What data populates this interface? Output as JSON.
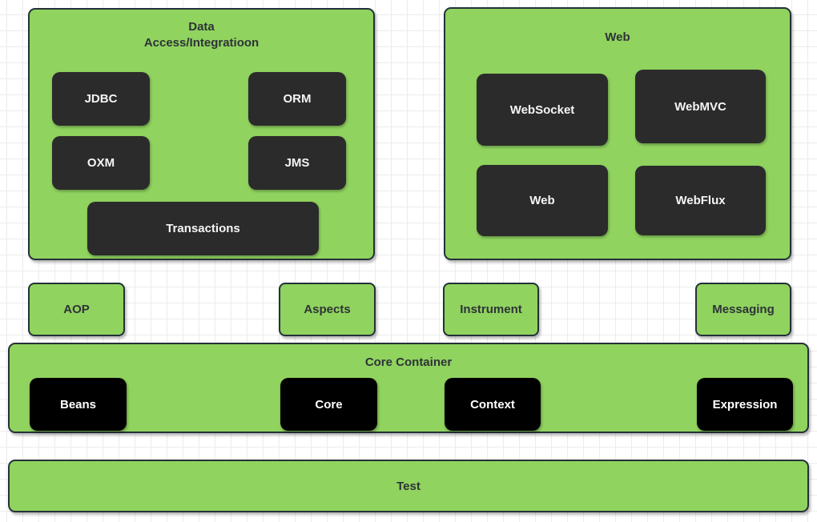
{
  "colors": {
    "canvas_background": "#ffffff",
    "grid_line": "#ececec",
    "green_fill": "#90d35f",
    "dark_box_fill": "#2b2b2b",
    "black_box_fill": "#000000",
    "stroke": "#243138",
    "text_dark": "#2e3338",
    "text_light": "#f5f5f5"
  },
  "sections": {
    "data_access": {
      "title_line1": "Data",
      "title_line2": "Access/Integratioon",
      "boxes": [
        "JDBC",
        "ORM",
        "OXM",
        "JMS",
        "Transactions"
      ]
    },
    "web": {
      "title": "Web",
      "boxes": [
        "WebSocket",
        "WebMVC",
        "Web",
        "WebFlux"
      ]
    },
    "middle_row": [
      "AOP",
      "Aspects",
      "Instrument",
      "Messaging"
    ],
    "core_container": {
      "title": "Core Container",
      "boxes": [
        "Beans",
        "Core",
        "Context",
        "Expression"
      ]
    },
    "test": {
      "title": "Test"
    }
  }
}
